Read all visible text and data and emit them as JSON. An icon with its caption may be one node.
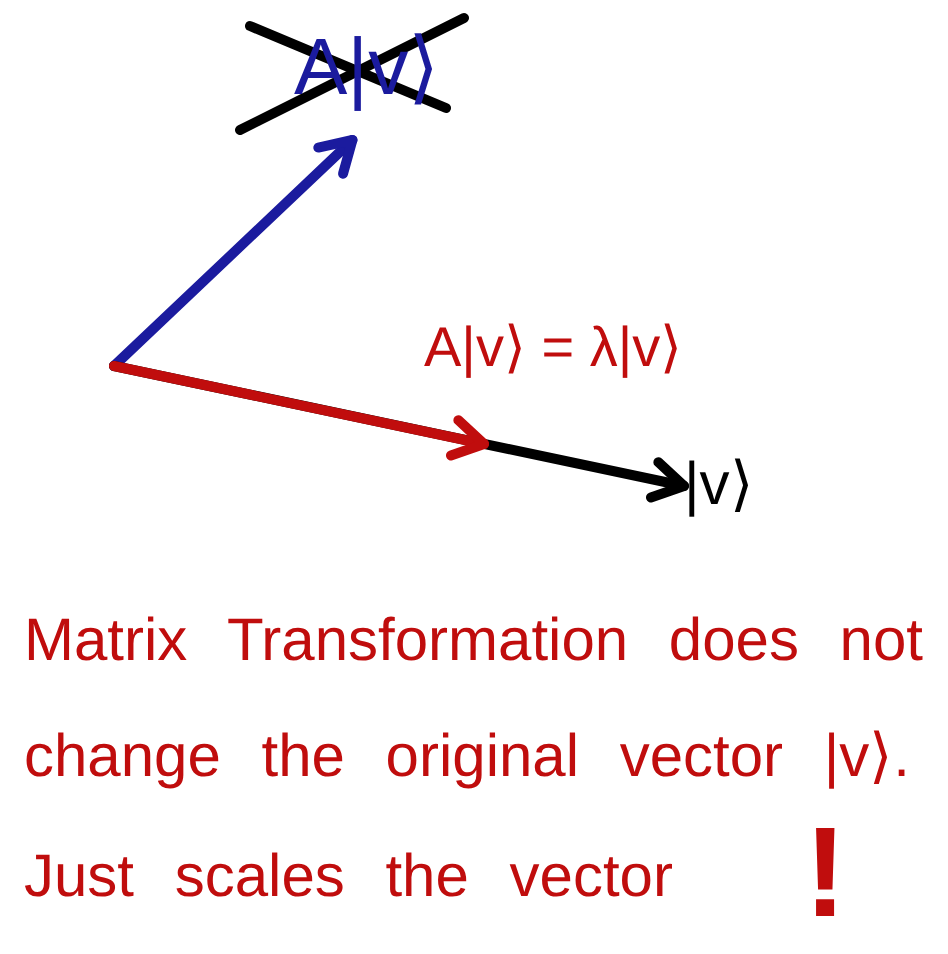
{
  "diagram": {
    "nodes": [
      {
        "text": [
          "A|v⟩"
        ]
      },
      {
        "text": [
          "|v⟩"
        ]
      }
    ],
    "edges": [
      {
        "from": null,
        "to": 0,
        "arrow": "to",
        "color": "#1b1b9e"
      },
      {
        "from": null,
        "to": 1,
        "arrow": "to",
        "color": "#000000"
      }
    ],
    "labels": [
      "A|v⟩ = λ|v⟩",
      "Matrix Transformation does not change the original vector |v⟩.",
      "Just scales the vector",
      "!"
    ]
  }
}
